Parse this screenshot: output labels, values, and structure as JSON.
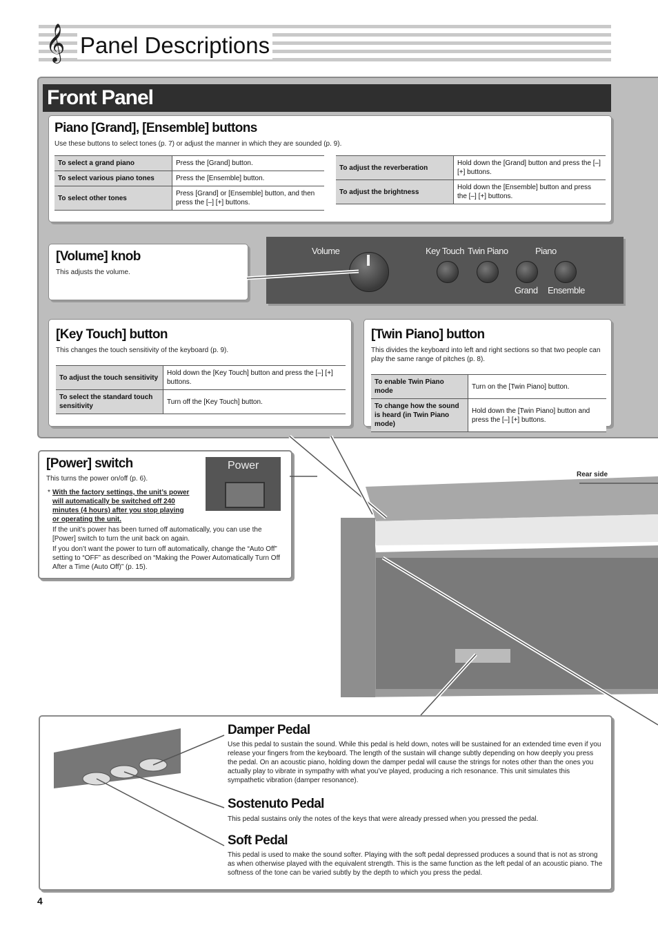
{
  "header": {
    "clef": "𝄞",
    "title": "Panel Descriptions"
  },
  "front_panel": {
    "title": "Front Panel"
  },
  "piano_buttons": {
    "heading": "Piano [Grand], [Ensemble] buttons",
    "description": "Use these buttons to select tones (p. 7) or adjust the manner in which they are sounded (p. 9).",
    "table_left": [
      {
        "action": "To select a grand piano",
        "how": "Press the [Grand] button."
      },
      {
        "action": "To select various piano tones",
        "how": "Press the [Ensemble] button."
      },
      {
        "action": "To select other tones",
        "how": "Press [Grand] or [Ensemble] button, and then press the [–] [+] buttons."
      }
    ],
    "table_right": [
      {
        "action": "To adjust the reverberation",
        "how": "Hold down the [Grand] button and press the [–] [+] buttons."
      },
      {
        "action": "To adjust the brightness",
        "how": "Hold down the [Ensemble] button and press the [–] [+] buttons."
      }
    ]
  },
  "volume": {
    "heading": "[Volume] knob",
    "description": "This adjusts the volume."
  },
  "control_panel": {
    "volume": "Volume",
    "key_touch": "Key Touch",
    "twin_piano": "Twin Piano",
    "piano": "Piano",
    "grand": "Grand",
    "ensemble": "Ensemble"
  },
  "key_touch": {
    "heading": "[Key Touch] button",
    "description": "This changes the touch sensitivity of the keyboard (p. 9).",
    "table": [
      {
        "action": "To adjust the touch sensitivity",
        "how": "Hold down the [Key Touch] button and press the [–] [+] buttons."
      },
      {
        "action": "To select the standard touch sensitivity",
        "how": "Turn off the [Key Touch] button."
      }
    ]
  },
  "twin_piano": {
    "heading": "[Twin Piano] button",
    "description": "This divides the keyboard into left and right sections so that two people can play the same range of pitches (p. 8).",
    "table": [
      {
        "action": "To enable Twin Piano mode",
        "how": "Turn on the [Twin Piano] button."
      },
      {
        "action": "To change how the sound is heard (in Twin Piano mode)",
        "how": "Hold down the [Twin Piano] button and press the [–] [+] buttons."
      }
    ]
  },
  "power": {
    "heading": "[Power] switch",
    "description": "This turns the power on/off (p. 6).",
    "note_marker": "*",
    "note_bold": "With the factory settings, the unit’s power will automatically be switched off 240 minutes (4 hours) after you stop playing or operating the unit.",
    "note_1": "If the unit’s power has been turned off automatically, you can use the [Power] switch to turn the unit back on again.",
    "note_2": "If you don’t want the power to turn off automatically, change the “Auto Off” setting to “OFF” as described on “Making the Power Automatically Turn Off After a Time (Auto Off)” (p. 15).",
    "panel_label": "Power"
  },
  "rear_side": "Rear side",
  "pedals": {
    "damper": {
      "heading": "Damper Pedal",
      "description": "Use this pedal to sustain the sound. While this pedal is held down, notes will be sustained for an extended time even if you release your fingers from the keyboard. The length of the sustain will change subtly depending on how deeply you press the pedal. On an acoustic piano, holding down the damper pedal will cause the strings for notes other than the ones you actually play to vibrate in sympathy with what you’ve played, producing a rich resonance. This unit simulates this sympathetic vibration (damper resonance)."
    },
    "sostenuto": {
      "heading": "Sostenuto Pedal",
      "description": "This pedal sustains only the notes of the keys that were already pressed when you pressed the pedal."
    },
    "soft": {
      "heading": "Soft Pedal",
      "description": "This pedal is used to make the sound softer. Playing with the soft pedal depressed produces a sound that is not as strong as when otherwise played with the equivalent strength. This is the same function as the left pedal of an acoustic piano. The softness of the tone can be varied subtly by the depth to which you press the pedal."
    }
  },
  "page_number": "4"
}
